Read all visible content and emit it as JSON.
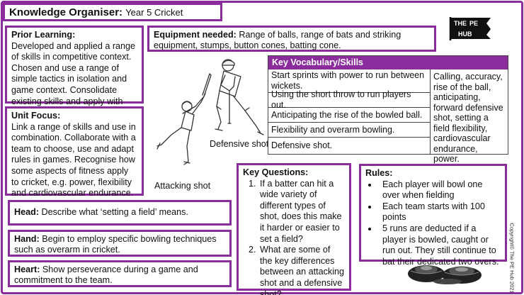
{
  "header": {
    "title_bold": "Knowledge Organiser:",
    "title_rest": "Year 5 Cricket"
  },
  "prior_learning": {
    "heading": "Prior Learning:",
    "text": "Developed and applied a range of skills in competitive context. Chosen and use a range of simple tactics in isolation and game context.  Consolidate existing skills and apply with consistency."
  },
  "unit_focus": {
    "heading": "Unit Focus:",
    "text": "Link a range of skills and use in combination. Collaborate with a team to choose, use and adapt rules in games. Recognise how some aspects of fitness apply to cricket, e.g. power, flexibility and cardiovascular endurance."
  },
  "equipment": {
    "heading": "Equipment needed:",
    "text": "Range of balls, range of bats and striking equipment, stumps, button cones, batting cone."
  },
  "vocabulary": {
    "heading": "Key Vocabulary/Skills",
    "rows": [
      "Start sprints with power to run between wickets.",
      "Using the short throw to run players out.",
      "Anticipating the rise of the bowled ball.",
      "Flexibility and overarm bowling.",
      "Defensive shot."
    ],
    "terms": "Calling, accuracy, rise of the ball, anticipating, forward defensive shot, setting a field flexibility, cardiovascular endurance, power."
  },
  "captions": {
    "attacking": "Attacking shot",
    "defensive": "Defensive shot"
  },
  "key_questions": {
    "heading": "Key Questions:",
    "items": [
      "If a batter can hit a wide variety of different types of shot, does this make it harder or easier to set a field?",
      "What are some of the key differences between an attacking shot and a defensive shot?"
    ]
  },
  "rules": {
    "heading": "Rules:",
    "items": [
      "Each player will bowl one over when fielding",
      "Each team starts with 100 points",
      "5 runs are deducted if a player is bowled, caught or run out. They still continue to bat their dedicated two overs."
    ]
  },
  "head": {
    "label": "Head:",
    "text": "Describe what ‘setting a field’ means."
  },
  "hand": {
    "label": "Hand:",
    "text": "Begin to employ specific bowling techniques such as overarm in cricket."
  },
  "heart": {
    "label": "Heart:",
    "text": "Show perseverance during a game and commitment to the team."
  },
  "logo": {
    "line1": "THE",
    "line2": "PE",
    "line3": "HUB"
  },
  "copyright": "Copyright© The PE Hub 2021",
  "colors": {
    "accent": "#8b2c9c"
  }
}
